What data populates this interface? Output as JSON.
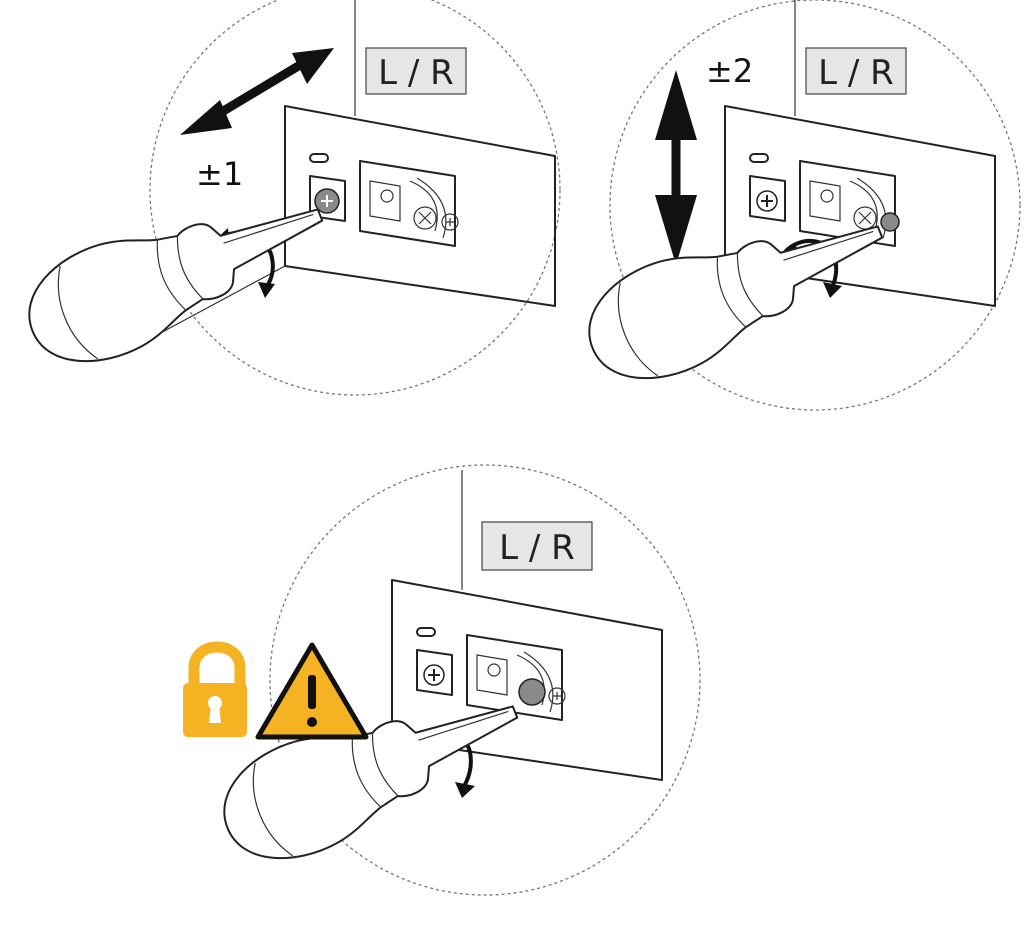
{
  "panels": [
    {
      "id": "horizontal",
      "label": "L / R",
      "adjustment": "±1"
    },
    {
      "id": "vertical",
      "label": "L / R",
      "adjustment": "±2"
    },
    {
      "id": "lock",
      "label": "L / R"
    }
  ],
  "colors": {
    "warning_yellow": "#F5B324",
    "line": "#222222",
    "label_bg": "#E6E6E6",
    "screw_active": "#8A8A8A"
  },
  "icons": [
    "padlock-icon",
    "warning-triangle-icon",
    "double-arrow-horizontal-icon",
    "double-arrow-vertical-icon",
    "rotate-arrow-icon",
    "screwdriver-icon"
  ]
}
